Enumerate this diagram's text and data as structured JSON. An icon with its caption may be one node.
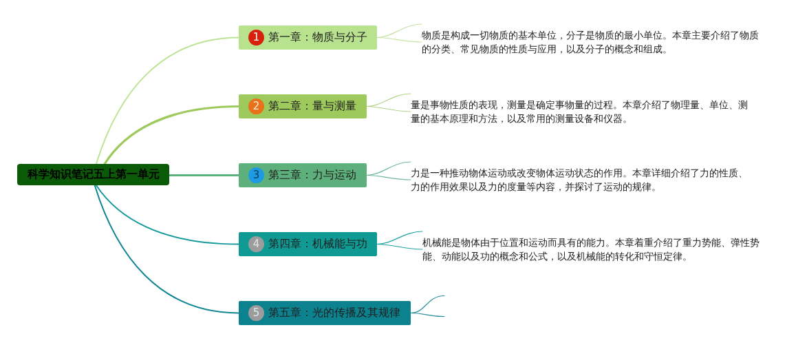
{
  "diagram": {
    "nodes": [
      {
        "text": [
          "科学知识笔记五上第一单元"
        ]
      },
      {
        "text": [
          "第一章：物质与分子"
        ]
      },
      {
        "text": [
          "1"
        ],
        "in": 1
      },
      {
        "text": [
          "物质是构成一切物质的基本单位，分子是物质的最小单位。本章主要介绍了物质的分类、常见物质的性质与应用，以及分子的概念和组成。"
        ]
      },
      {
        "text": [
          "第二章：量与测量"
        ]
      },
      {
        "text": [
          "2"
        ],
        "in": 4
      },
      {
        "text": [
          "量是事物性质的表现，测量是确定事物量的过程。本章介绍了物理量、单位、测量的基本原理和方法，以及常用的测量设备和仪器。"
        ]
      },
      {
        "text": [
          "第三章：力与运动"
        ]
      },
      {
        "text": [
          "3"
        ],
        "in": 7
      },
      {
        "text": [
          "力是一种推动物体运动或改变物体运动状态的作用。本章详细介绍了力的性质、力的作用效果以及力的度量等内容，并探讨了运动的规律。"
        ]
      },
      {
        "text": [
          "第四章：机械能与功"
        ]
      },
      {
        "text": [
          "4"
        ],
        "in": 10
      },
      {
        "text": [
          "机械能是物体由于位置和运动而具有的能力。本章着重介绍了重力势能、弹性势能、动能以及功的概念和公式，以及机械能的转化和守恒定律。"
        ]
      },
      {
        "text": [
          "第五章：光的传播及其规律"
        ]
      },
      {
        "text": [
          "5"
        ],
        "in": 13
      }
    ],
    "edges": [
      {
        "from": 0,
        "to": 1,
        "arrow": "none",
        "color": "#bde394"
      },
      {
        "from": 0,
        "to": 4,
        "arrow": "none",
        "style": "thick",
        "color": "#9ec95c"
      },
      {
        "from": 0,
        "to": 7,
        "arrow": "none",
        "style": "thick",
        "color": "#5db07b"
      },
      {
        "from": 0,
        "to": 10,
        "arrow": "none",
        "color": "#14999a"
      },
      {
        "from": 0,
        "to": 13,
        "arrow": "none",
        "color": "#0f8592"
      },
      {
        "from": 1,
        "to": 3,
        "arrow": "none",
        "color": "#c6e3a4"
      },
      {
        "from": 4,
        "to": 6,
        "arrow": "none",
        "color": "#b5d48a"
      },
      {
        "from": 7,
        "to": 9,
        "arrow": "none",
        "color": "#6fb89a"
      },
      {
        "from": 10,
        "to": 12,
        "arrow": "none",
        "color": "#22a0a0"
      },
      {
        "from": 13,
        "to": null,
        "arrow": "none",
        "color": "#2a8e9a"
      }
    ]
  }
}
